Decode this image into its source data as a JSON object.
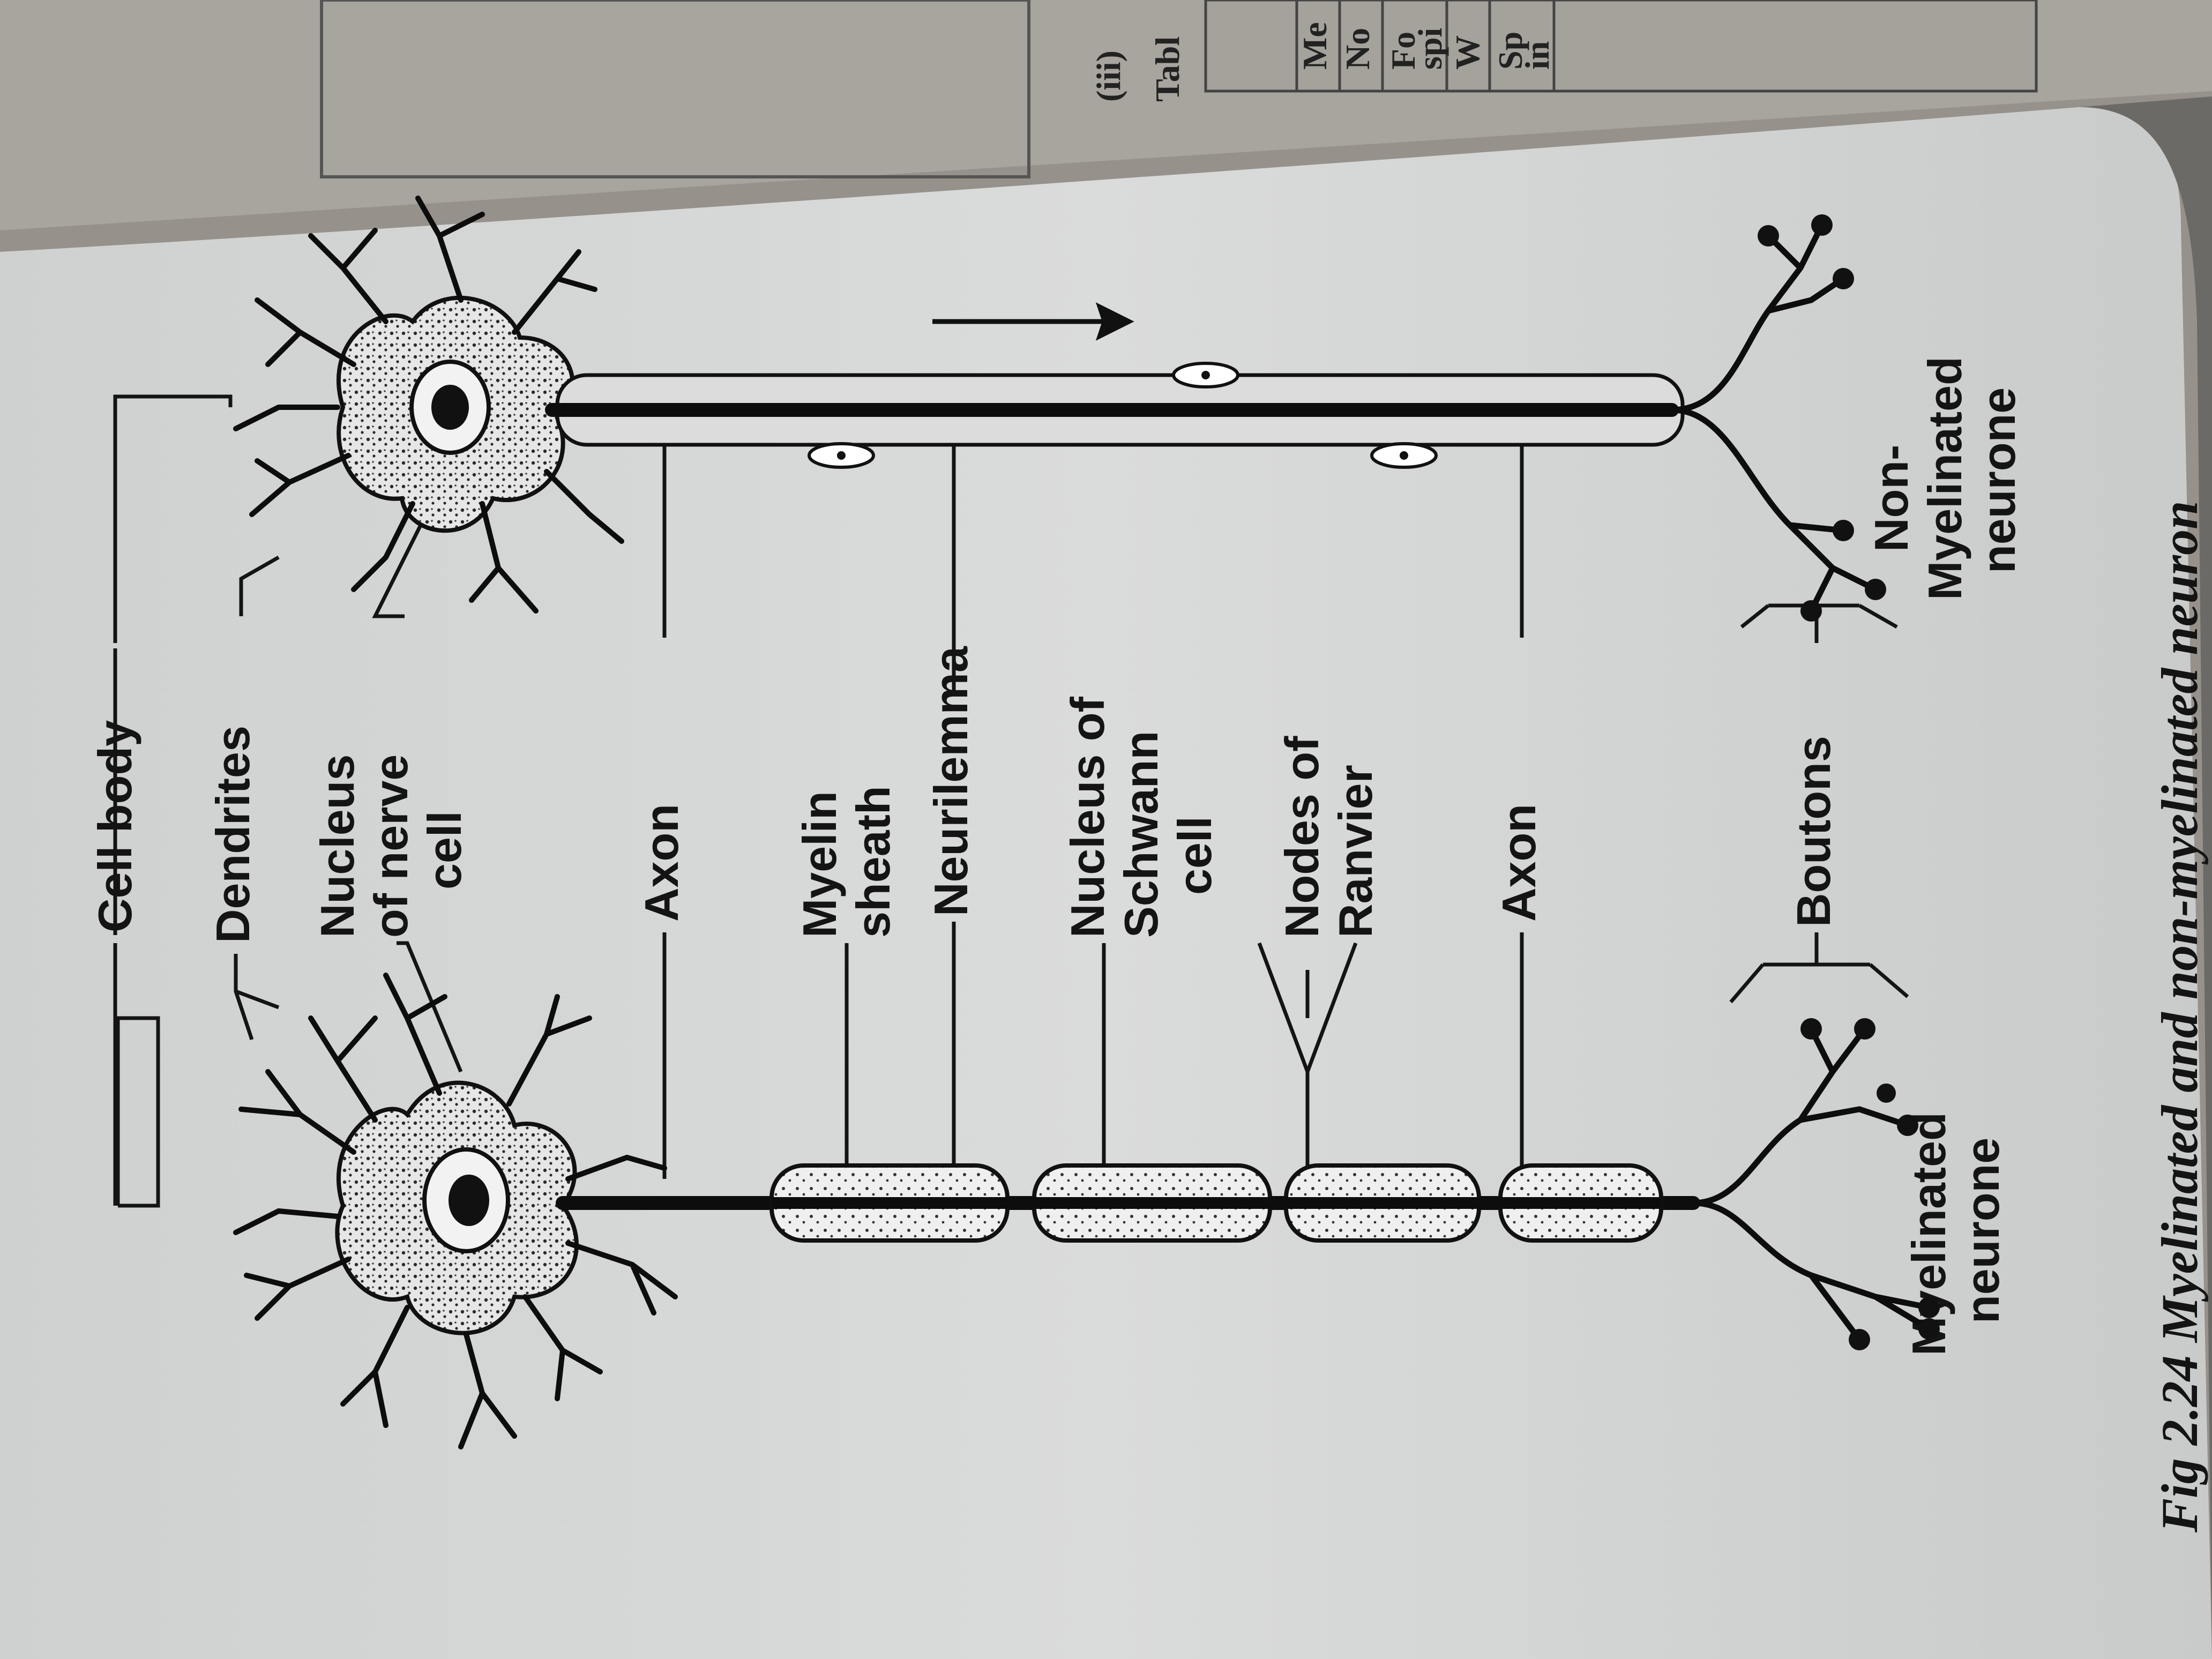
{
  "page": {
    "section_mark": "(iii)",
    "table_fragment": "Tabl",
    "margin_table_cells": [
      "Me",
      "No",
      "Fo",
      "spi",
      "W",
      "Sp",
      "in"
    ],
    "figure_caption": "Fig 2.24  Myelinated and non-myelinated neuron"
  },
  "labels": {
    "cell_body": "Cell body",
    "dendrites": "Dendrites",
    "nucleus_nerve_cell": [
      "Nucleus",
      "of nerve",
      "cell"
    ],
    "axon_top": "Axon",
    "myelin_sheath": [
      "Myelin",
      "sheath"
    ],
    "neurilemma": "Neurilemma",
    "nucleus_schwann": [
      "Nucleus of",
      "Schwann",
      "cell"
    ],
    "nodes_of_ranvier": [
      "Nodes of",
      "Ranvier"
    ],
    "axon_bottom": "Axon",
    "boutons": "Boutons",
    "myelinated_neurone": [
      "Myelinated",
      "neurone"
    ],
    "non_myelinated_neurone": [
      "Non-",
      "Myelinated",
      "neurone"
    ]
  },
  "colors": {
    "paper": "#d6d7d7",
    "ink": "#141414",
    "stipple": "#5a5a5a",
    "background": "#8f8b85"
  }
}
